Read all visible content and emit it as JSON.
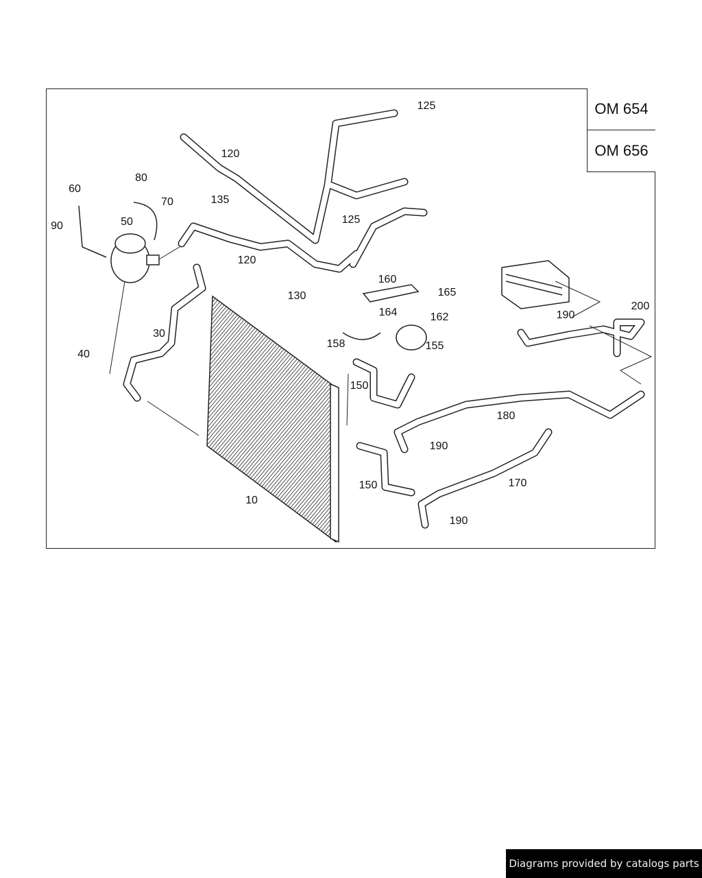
{
  "diagram": {
    "engine_variants": [
      "OM 654",
      "OM 656"
    ],
    "callouts": [
      "125",
      "120",
      "80",
      "60",
      "70",
      "135",
      "90",
      "50",
      "125",
      "120",
      "160",
      "165",
      "130",
      "164",
      "162",
      "190",
      "200",
      "30",
      "158",
      "155",
      "40",
      "150",
      "180",
      "190",
      "150",
      "170",
      "10",
      "190"
    ]
  },
  "footer": {
    "text": "Diagrams provided by catalogs parts"
  }
}
